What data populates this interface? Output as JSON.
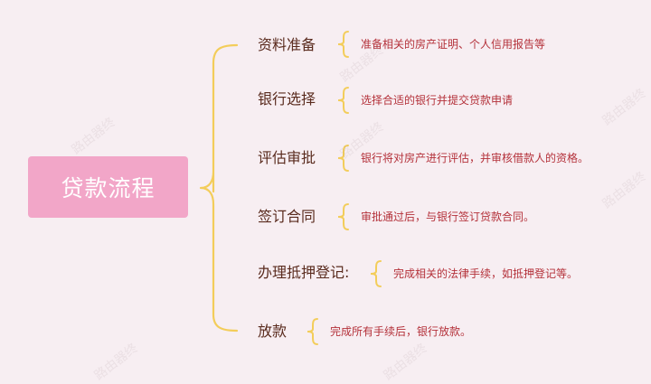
{
  "root": {
    "label": "贷款流程"
  },
  "steps": [
    {
      "label": "资料准备",
      "description": "准备相关的房产证明、个人信用报告等"
    },
    {
      "label": "银行选择",
      "description": "选择合适的银行并提交贷款申请"
    },
    {
      "label": "评估审批",
      "description": "银行将对房产进行评估，并审核借款人的资格。"
    },
    {
      "label": "签订合同",
      "description": "审批通过后，与银行签订贷款合同。"
    },
    {
      "label": "办理抵押登记:",
      "description": "完成相关的法律手续，如抵押登记等。"
    },
    {
      "label": "放款",
      "description": "完成所有手续后，银行放款。"
    }
  ],
  "colors": {
    "background": "#f7eef2",
    "root_fill": "#f2a6c8",
    "bracket": "#f3cd5a",
    "label_text": "#5a2b1e",
    "description_text": "#b4313a"
  },
  "watermark": "路由器终",
  "icons": [
    "curly-brace-icon"
  ]
}
